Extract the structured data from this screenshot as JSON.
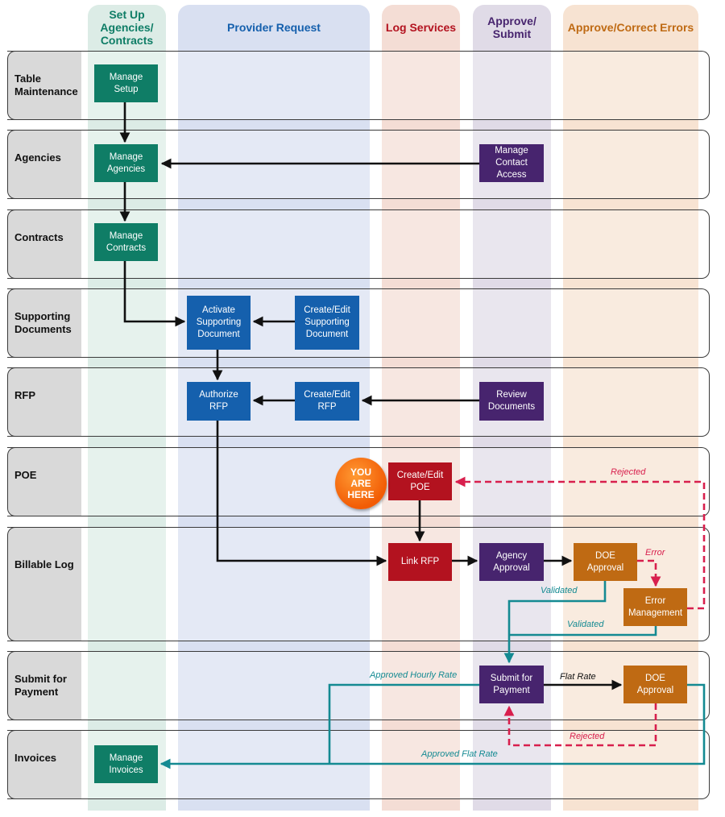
{
  "columns": [
    {
      "label": "Set Up Agencies/ Contracts",
      "color": "#dcece6",
      "text_color": "#0f7d66"
    },
    {
      "label": "Provider Request",
      "color": "#d9e0f1",
      "text_color": "#1560ad"
    },
    {
      "label": "Log Services",
      "color": "#f4ddd5",
      "text_color": "#b3121f"
    },
    {
      "label": "Approve/ Submit",
      "color": "#e0dbe7",
      "text_color": "#47246e"
    },
    {
      "label": "Approve/Correct Errors",
      "color": "#f7e3d2",
      "text_color": "#bf6a13"
    }
  ],
  "rows": [
    {
      "label": "Table Maintenance"
    },
    {
      "label": "Agencies"
    },
    {
      "label": "Contracts"
    },
    {
      "label": "Supporting Documents"
    },
    {
      "label": "RFP"
    },
    {
      "label": "POE"
    },
    {
      "label": "Billable Log"
    },
    {
      "label": "Submit for Payment"
    },
    {
      "label": "Invoices"
    }
  ],
  "boxes": {
    "manage_setup": "Manage Setup",
    "manage_agencies": "Manage Agencies",
    "manage_contact_access": "Manage Contact Access",
    "manage_contracts": "Manage Contracts",
    "activate_supporting_document": "Activate Supporting Document",
    "create_edit_supporting_document": "Create/Edit Supporting Document",
    "authorize_rfp": "Authorize RFP",
    "create_edit_rfp": "Create/Edit RFP",
    "review_documents": "Review Documents",
    "create_edit_poe": "Create/Edit POE",
    "link_rfp": "Link RFP",
    "agency_approval": "Agency Approval",
    "doe_approval_log": "DOE Approval",
    "error_management": "Error Management",
    "submit_for_payment": "Submit for Payment",
    "doe_approval_payment": "DOE Approval",
    "manage_invoices": "Manage Invoices"
  },
  "badge": "YOU ARE HERE",
  "edge_labels": {
    "rejected_poe": "Rejected",
    "error": "Error",
    "validated_1": "Validated",
    "validated_2": "Validated",
    "approved_hourly_rate": "Approved Hourly Rate",
    "flat_rate": "Flat Rate",
    "rejected_payment": "Rejected",
    "approved_flat_rate": "Approved Flat Rate"
  },
  "colors": {
    "green": "#0f7d66",
    "blue": "#1560ad",
    "red": "#b3121f",
    "purple": "#47246e",
    "orange": "#bf6a13",
    "teal_arrow": "#148a92",
    "red_dashed": "#d81f4d",
    "badge": "#f25c05"
  }
}
